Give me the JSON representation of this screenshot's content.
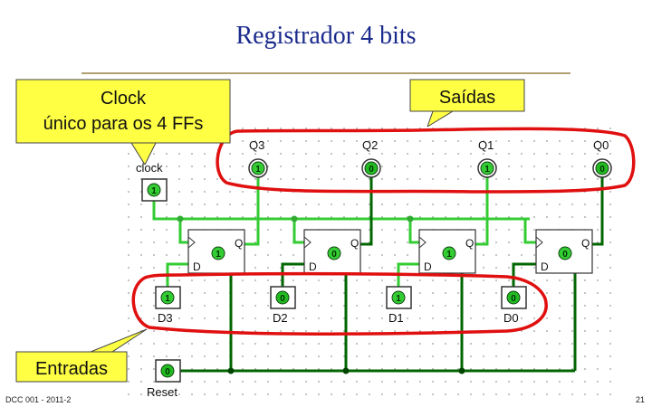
{
  "title": "Registrador 4 bits",
  "callouts": {
    "clock": [
      "Clock",
      "único para os 4 FFs"
    ],
    "saidas": "Saídas",
    "entradas": "Entradas"
  },
  "clock": {
    "label": "clock",
    "value": "1"
  },
  "outputs": [
    {
      "label": "Q3",
      "value": "1"
    },
    {
      "label": "Q2",
      "value": "0"
    },
    {
      "label": "Q1",
      "value": "1"
    },
    {
      "label": "Q0",
      "value": "0"
    }
  ],
  "flipflops": [
    {
      "state": "1",
      "d_label": "D",
      "q_label": "Q"
    },
    {
      "state": "0",
      "d_label": "D",
      "q_label": "Q"
    },
    {
      "state": "1",
      "d_label": "D",
      "q_label": "Q"
    },
    {
      "state": "0",
      "d_label": "D",
      "q_label": "Q"
    }
  ],
  "inputs": [
    {
      "label": "D3",
      "value": "1"
    },
    {
      "label": "D2",
      "value": "0"
    },
    {
      "label": "D1",
      "value": "1"
    },
    {
      "label": "D0",
      "value": "0"
    }
  ],
  "reset": {
    "label": "Reset",
    "value": "0"
  },
  "footer": {
    "left": "DCC 001 - 2011-2",
    "right": "21"
  },
  "colors": {
    "title": "#1a2a8c",
    "callout": "#ffff44",
    "wire_active": "#33cc33",
    "wire_inactive": "#006600",
    "annotation": "#e01010"
  }
}
